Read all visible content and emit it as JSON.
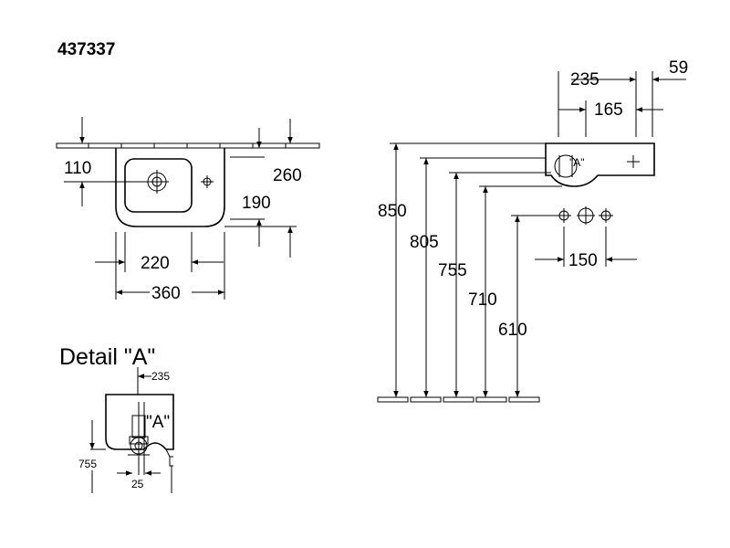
{
  "product_code": "437337",
  "top_view": {
    "dim_depth_bowl": "110",
    "dim_depth_total": "260",
    "dim_depth_front": "190",
    "dim_width_inner": "220",
    "dim_width_total": "360"
  },
  "side_view": {
    "dim_235": "235",
    "dim_59": "59",
    "dim_165": "165",
    "detail_marker": "\"A\"",
    "dim_150": "150",
    "heights": [
      "850",
      "805",
      "755",
      "710",
      "610"
    ]
  },
  "detail": {
    "title": "Detail \"A\"",
    "dim_235": "235",
    "marker": "\"A\"",
    "dim_755": "755",
    "dim_25": "25"
  }
}
